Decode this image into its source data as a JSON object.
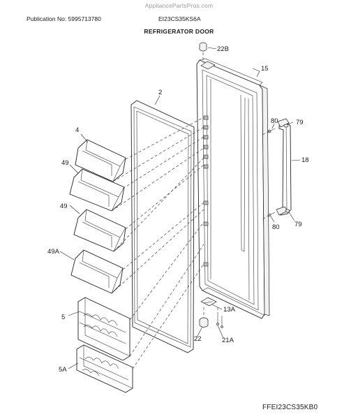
{
  "header": {
    "watermark": "AppliancePartsPros.com",
    "publication": "Publication No: 5995713780",
    "model": "EI23CS35KS6A",
    "title": "REFRIGERATOR DOOR"
  },
  "footer": {
    "code": "FFEI23CS35KB0"
  },
  "callouts": {
    "c22B": "22B",
    "c15": "15",
    "c2": "2",
    "c4": "4",
    "c49a": "49",
    "c49b": "49",
    "c49A": "49A",
    "c80a": "80",
    "c79a": "79",
    "c18": "18",
    "c80b": "80",
    "c79b": "79",
    "c5": "5",
    "c13A": "13A",
    "c22": "22",
    "c21A": "21A",
    "c5A": "5A"
  }
}
